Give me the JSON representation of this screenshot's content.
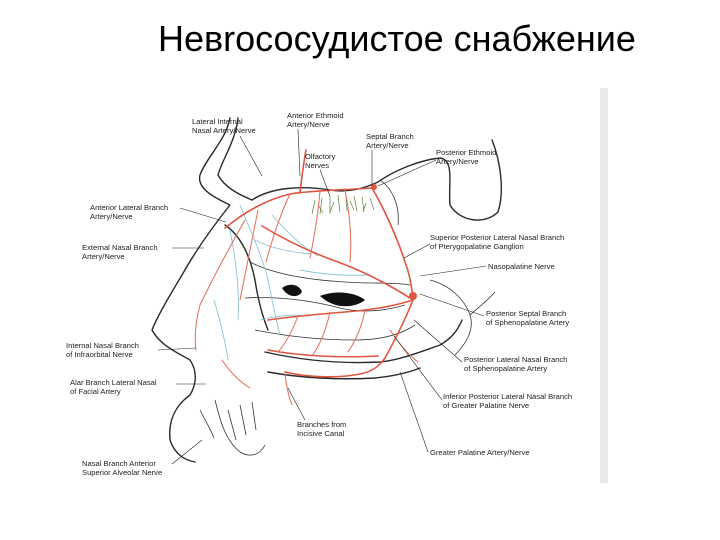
{
  "slide": {
    "title": "Невrососудистое снабжение"
  },
  "figure": {
    "labels": [
      {
        "id": "lateral-internal-nasal",
        "lines": [
          "Lateral Internal",
          "Nasal Artery/Nerve"
        ]
      },
      {
        "id": "anterior-ethmoid",
        "lines": [
          "Anterior Ethmoid",
          "Artery/Nerve"
        ]
      },
      {
        "id": "septal-branch",
        "lines": [
          "Septal Branch",
          "Artery/Nerve"
        ]
      },
      {
        "id": "posterior-ethmoid",
        "lines": [
          "Posterior Ethmoid",
          "Artery/Nerve"
        ]
      },
      {
        "id": "olfactory-nerves",
        "lines": [
          "Olfactory",
          "Nerves"
        ]
      },
      {
        "id": "anterior-lateral-branch",
        "lines": [
          "Anterior Lateral Branch",
          "Artery/Nerve"
        ]
      },
      {
        "id": "external-nasal-branch",
        "lines": [
          "External Nasal Branch",
          "Artery/Nerve"
        ]
      },
      {
        "id": "superior-posterior-lateral",
        "lines": [
          "Superior Posterior Lateral Nasal Branch",
          "of Pterygopalatine Ganglion"
        ]
      },
      {
        "id": "nasopalatine-nerve",
        "lines": [
          "Nasopalatine Nerve"
        ]
      },
      {
        "id": "posterior-septal-branch",
        "lines": [
          "Posterior Septal Branch",
          "of Sphenopalatine Artery"
        ]
      },
      {
        "id": "internal-nasal-branch",
        "lines": [
          "Internal Nasal Branch",
          "of Infraorbital Nerve"
        ]
      },
      {
        "id": "posterior-lateral-nasal",
        "lines": [
          "Posterior Lateral Nasal Branch",
          "of Sphenopalatine Artery"
        ]
      },
      {
        "id": "alar-branch",
        "lines": [
          "Alar Branch Lateral Nasal",
          "of Facial Artery"
        ]
      },
      {
        "id": "inferior-posterior-lateral",
        "lines": [
          "Inferior Posterior Lateral Nasal Branch",
          "of Greater Palatine Nerve"
        ]
      },
      {
        "id": "branches-incisive",
        "lines": [
          "Branches from",
          "Incisive Canal"
        ]
      },
      {
        "id": "greater-palatine",
        "lines": [
          "Greater Palatine Artery/Nerve"
        ]
      },
      {
        "id": "nasal-branch-anterior",
        "lines": [
          "Nasal Branch Anterior",
          "Superior Alveolar Nerve"
        ]
      }
    ],
    "colors": {
      "artery": "#e0553f",
      "nerve": "#8fc3d8",
      "olfactory": "#5b7d3a",
      "outline": "#2a2a2a"
    }
  }
}
